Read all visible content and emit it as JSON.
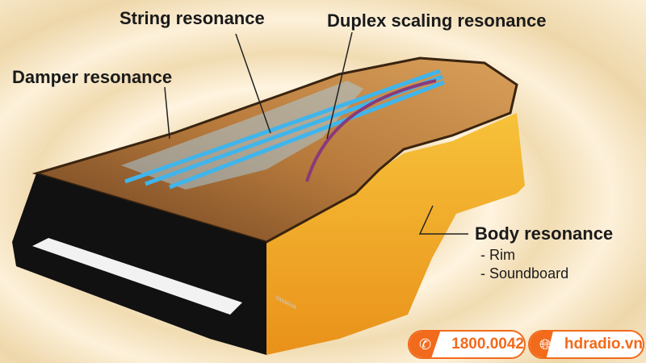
{
  "labels": {
    "string": "String resonance",
    "duplex": "Duplex scaling resonance",
    "damper": "Damper resonance",
    "body": "Body resonance",
    "body_items": [
      "- Rim",
      "- Soundboard"
    ]
  },
  "logo_text": "YAMAHA",
  "contact": {
    "phone_icon": "phone-icon",
    "phone": "1800.0042",
    "web_icon": "globe-icon",
    "website": "hdradio.vn"
  },
  "colors": {
    "accent": "#f26a1b",
    "body": "#f5b323",
    "string_highlight": "#3fb5ec"
  }
}
